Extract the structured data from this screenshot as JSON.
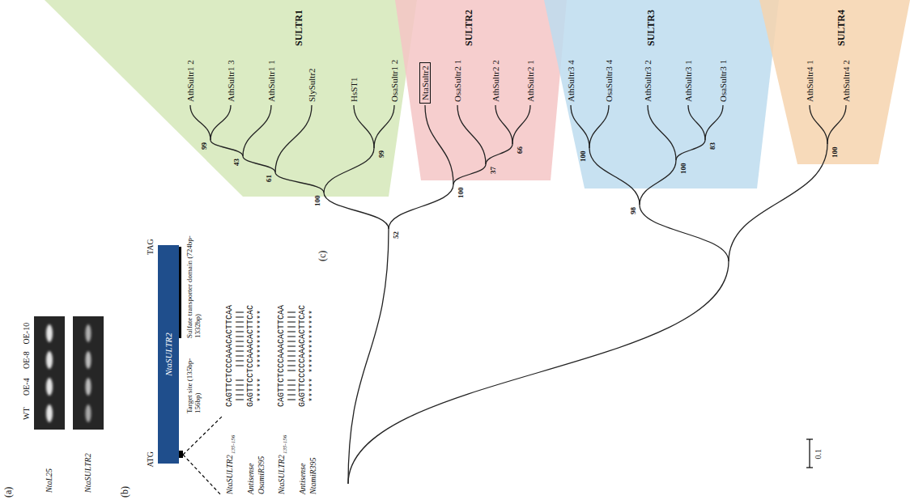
{
  "diagram": {
    "nodes": [
      {
        "text": [
          "NtaSULTR2"
        ]
      },
      {
        "text": [
          "SULTR1"
        ]
      },
      {
        "text": [
          "SULTR2"
        ]
      },
      {
        "text": [
          "NtaSultr2"
        ],
        "in": 2
      },
      {
        "text": [
          "SULTR3"
        ]
      },
      {
        "text": [
          "SULTR4"
        ]
      }
    ],
    "labels": [
      "(a)",
      "WT",
      "OE-4",
      "OE-8",
      "OE-10",
      "NtaL25",
      "NtaSULTR2",
      "(b)",
      "ATG",
      "TAG",
      "Target site (135bp-156bp)",
      "Sulfate transporter domain (724bp-1332bp)",
      "NtaSULTR2",
      "135-156",
      "CAGTTCTCCCAAACACTTCAA",
      "|||||  ||||||||||||",
      "Antisense",
      "GAGTTCCTCCAAACACTTCAC",
      "OsamiR395",
      "*****  ************",
      "NtaSULTR2",
      "135-156",
      "CAGTTCTCCCAAACACTTCAA",
      "||||| |||||||||||||",
      "Antisense",
      "GAGTTCCCCCAAACACTTCAC",
      "NtamiR395",
      "***** *************",
      "(c)",
      "AthSultr1 2",
      "AthSultr1 3",
      "AthSultr1 1",
      "SlySultr2",
      "HsST1",
      "OsaSultr1 2",
      "OsaSultr2 1",
      "AthSultr2 2",
      "AthSultr2 1",
      "AthSultr3 4",
      "OsaSultr3 4",
      "AthSultr3 2",
      "AthSultr3 1",
      "OsaSultr3 1",
      "AthSultr4 1",
      "AthSultr4 2",
      "99",
      "43",
      "61",
      "99",
      "100",
      "66",
      "37",
      "100",
      "52",
      "100",
      "83",
      "100",
      "98",
      "100",
      "0.1"
    ]
  }
}
